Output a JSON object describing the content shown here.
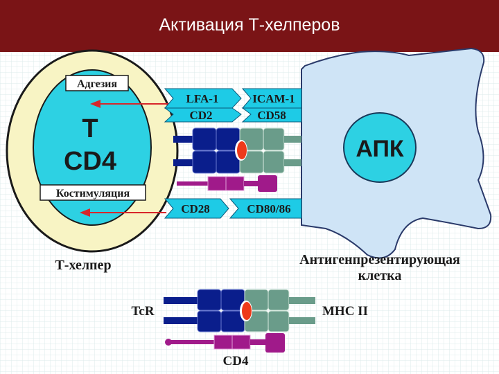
{
  "title": "Активация Т-хелперов",
  "labels": {
    "adhesion": "Адгезия",
    "costimulation": "Костимуляция",
    "t": "T",
    "cd4_cell": "CD4",
    "t_helper": "Т-хелпер",
    "apc": "АПК",
    "apc_full_line1": "Антигенпрезентирующая",
    "apc_full_line2": "клетка",
    "lfa1": "LFA-1",
    "icam1": "ICAM-1",
    "cd2": "CD2",
    "cd58": "CD58",
    "cd28": "CD28",
    "cd80_86": "CD80/86",
    "tcr": "TcR",
    "mhc2": "MHC II",
    "cd4_legend": "CD4"
  },
  "colors": {
    "title_bar": "#7a1416",
    "t_cell_outer": "#f8f4c4",
    "t_cell_inner": "#2dd1e3",
    "apc_body": "#cfe4f6",
    "apc_nucleus": "#2dd1e3",
    "receptor_banner": "#1ecbe6",
    "tcr_blue": "#0a1e8c",
    "mhc_green": "#6a9c8a",
    "cd4_magenta": "#a01a8a",
    "antigen_red": "#ee3a1a",
    "arrow_red": "#d8262a",
    "background_grid": "#e8f2f2"
  }
}
